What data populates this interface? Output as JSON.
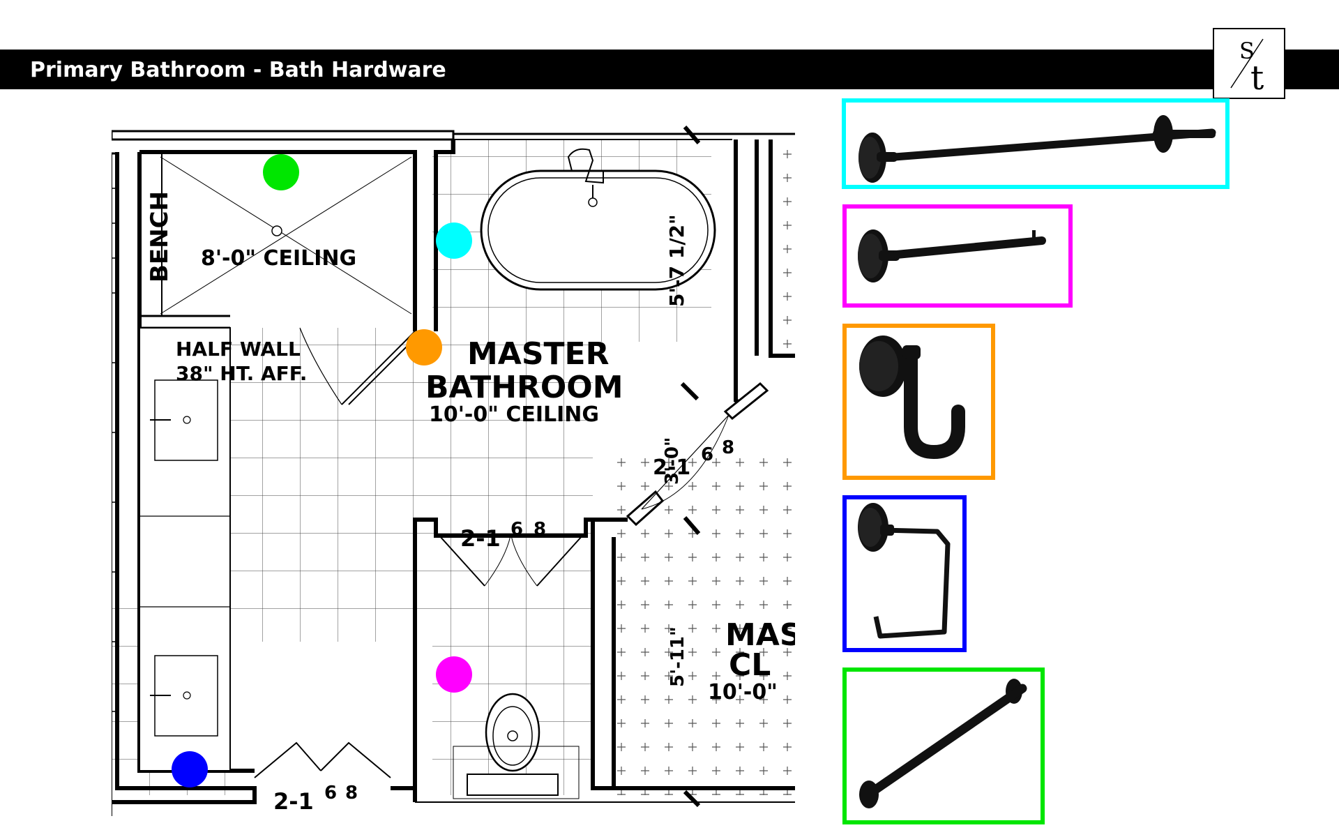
{
  "header": {
    "title": "Primary Bathroom - Bath Hardware"
  },
  "logo": {
    "letter_top": "S",
    "letter_bottom": "t"
  },
  "floor_plan": {
    "labels": {
      "bench": "BENCH",
      "shower_ceiling": "8'-0\" CEILING",
      "half_wall": "HALF WALL",
      "half_wall_height": "38\" HT. AFF.",
      "room_name_1": "MASTER",
      "room_name_2": "BATHROOM",
      "room_ceiling": "10'-0\" CEILING",
      "tub_dim": "5'-7 1/2\"",
      "door_right_a": "2-1",
      "door_right_b": "6",
      "door_right_c": "8",
      "door_right_width": "3'-0\"",
      "door_wc_a": "2-1",
      "door_wc_b": "6",
      "door_wc_c": "8",
      "door_bottom_a": "2-1",
      "door_bottom_b": "6",
      "door_bottom_c": "8",
      "closet_dim": "5'-11\"",
      "closet_name_1": "MAS",
      "closet_name_2": "CL",
      "closet_ceiling": "10'-0\""
    }
  },
  "markers": [
    {
      "id": "green",
      "color": "#00e600",
      "location": "shower"
    },
    {
      "id": "cyan",
      "color": "#00ffff",
      "location": "tub"
    },
    {
      "id": "orange",
      "color": "#ff9900",
      "location": "shower-entry"
    },
    {
      "id": "magenta",
      "color": "#ff00ff",
      "location": "water-closet"
    },
    {
      "id": "blue",
      "color": "#0000ff",
      "location": "vanity"
    }
  ],
  "products": [
    {
      "id": "towel-bar-long",
      "color": "#00ffff",
      "icon": "towel-bar-long-icon"
    },
    {
      "id": "towel-bar-short",
      "color": "#ff00ff",
      "icon": "hand-towel-bar-icon"
    },
    {
      "id": "robe-hook",
      "color": "#ff9900",
      "icon": "robe-hook-icon"
    },
    {
      "id": "toilet-paper-holder",
      "color": "#0000ff",
      "icon": "toilet-paper-holder-icon"
    },
    {
      "id": "grab-bar",
      "color": "#00e600",
      "icon": "grab-bar-icon"
    }
  ]
}
